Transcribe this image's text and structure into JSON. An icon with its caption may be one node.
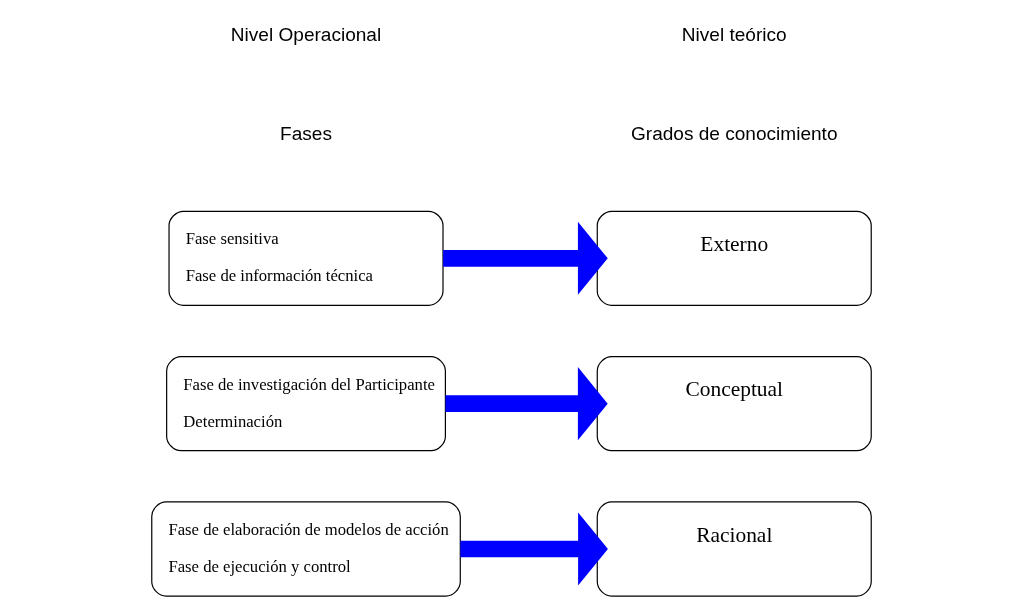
{
  "diagram": {
    "nodes": [
      {
        "text": [
          "Fase sensitiva",
          "Fase de información técnica"
        ]
      },
      {
        "text": [
          "Externo"
        ]
      },
      {
        "text": [
          "Fase de investigación del Participante",
          "Determinación"
        ]
      },
      {
        "text": [
          "Conceptual"
        ]
      },
      {
        "text": [
          "Fase de elaboración de modelos de acción",
          "Fase de ejecución y control"
        ]
      },
      {
        "text": [
          "Racional"
        ]
      }
    ],
    "edges": [
      {
        "from": 0,
        "to": 1,
        "arrow": "to",
        "color": "#0000ff"
      },
      {
        "from": 2,
        "to": 3,
        "arrow": "to",
        "color": "#0000ff"
      },
      {
        "from": 4,
        "to": 5,
        "arrow": "to",
        "color": "#0000ff"
      }
    ],
    "labels": [
      "Nivel Operacional",
      "Nivel teórico",
      "Fases",
      "Grados de conocimiento"
    ]
  }
}
